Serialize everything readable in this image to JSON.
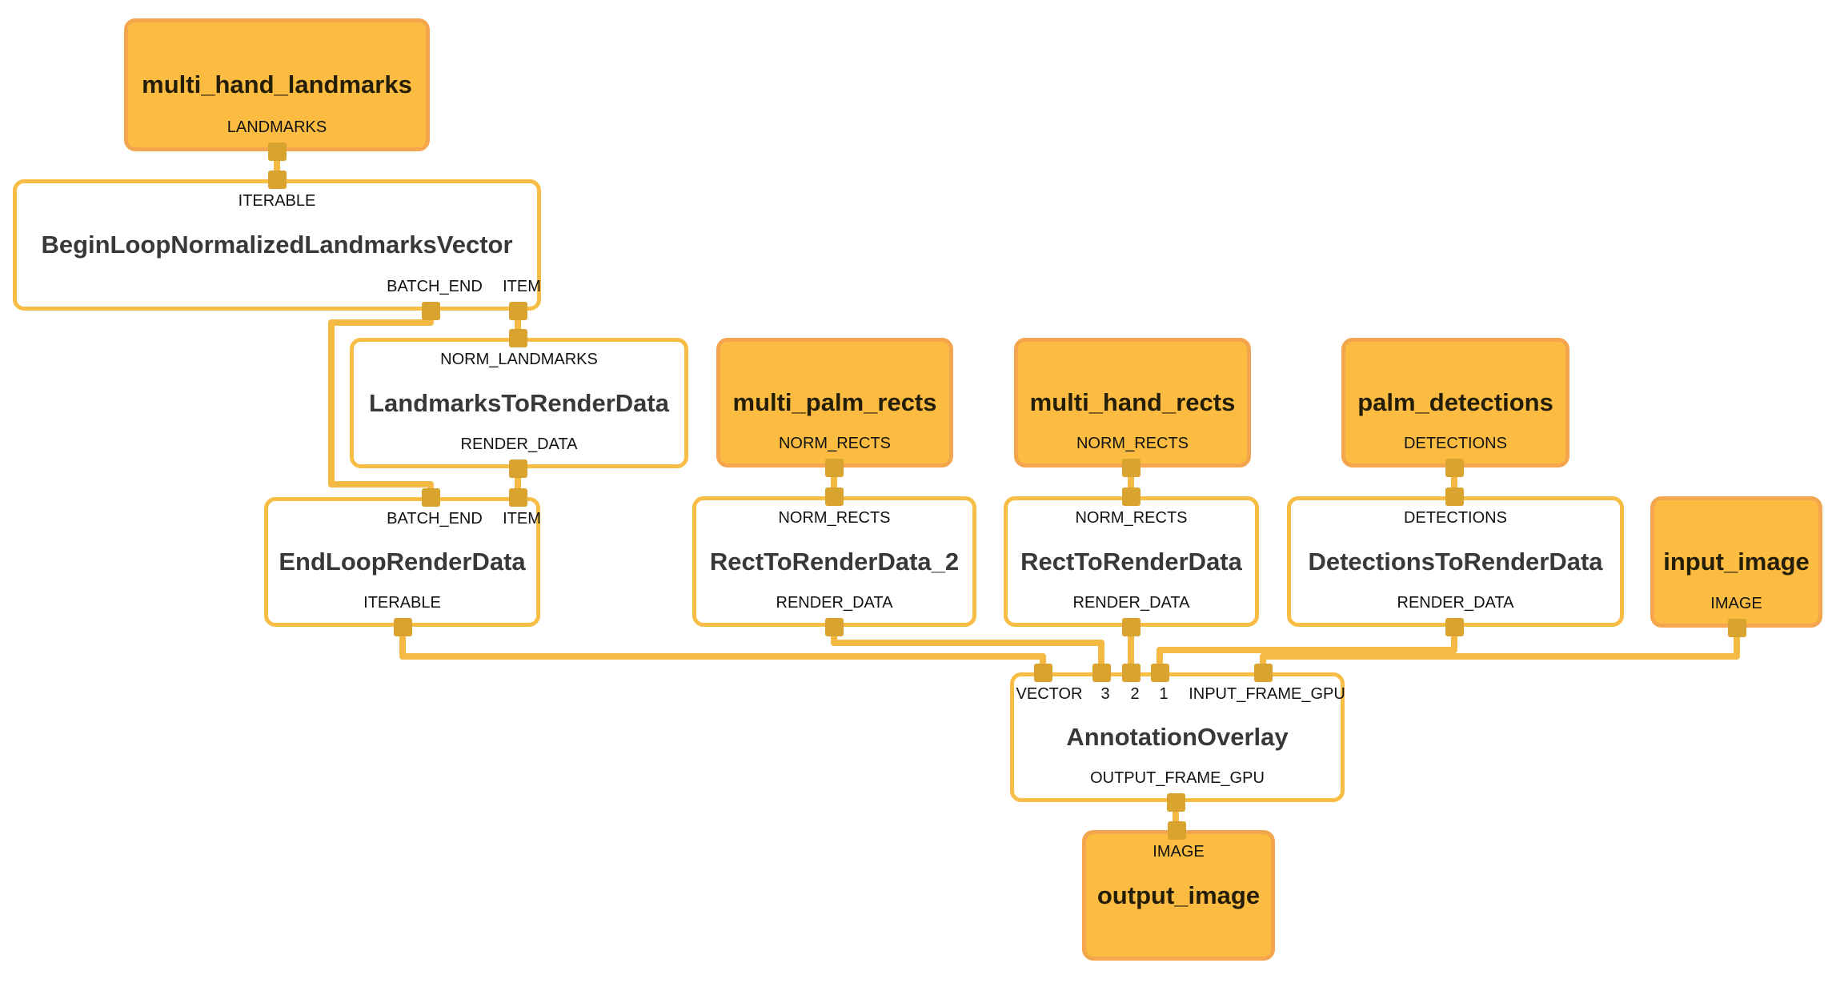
{
  "colors": {
    "stream_node_fill": "#FBBC41",
    "stream_node_border": "#F4A64E",
    "calculator_node_border": "#F8BD44",
    "edge": "#F4BA43",
    "pin": "#D8A42F",
    "calculator_title_text": "#383838",
    "stream_title_text": "#241D07",
    "port_text": "#121212"
  },
  "nodes": {
    "multi_hand_landmarks": {
      "title": "multi_hand_landmarks",
      "ports": {
        "out": "LANDMARKS"
      }
    },
    "begin_loop": {
      "title": "BeginLoopNormalizedLandmarksVector",
      "ports": {
        "iterable": "ITERABLE",
        "batch_end": "BATCH_END",
        "item": "ITEM"
      }
    },
    "landmarks_to_render_data": {
      "title": "LandmarksToRenderData",
      "ports": {
        "in": "NORM_LANDMARKS",
        "out": "RENDER_DATA"
      }
    },
    "end_loop_render_data": {
      "title": "EndLoopRenderData",
      "ports": {
        "batch_end": "BATCH_END",
        "item": "ITEM",
        "out": "ITERABLE"
      }
    },
    "multi_palm_rects": {
      "title": "multi_palm_rects",
      "ports": {
        "out": "NORM_RECTS"
      }
    },
    "rect_to_render_data_2": {
      "title": "RectToRenderData_2",
      "ports": {
        "in": "NORM_RECTS",
        "out": "RENDER_DATA"
      }
    },
    "multi_hand_rects": {
      "title": "multi_hand_rects",
      "ports": {
        "out": "NORM_RECTS"
      }
    },
    "rect_to_render_data": {
      "title": "RectToRenderData",
      "ports": {
        "in": "NORM_RECTS",
        "out": "RENDER_DATA"
      }
    },
    "palm_detections": {
      "title": "palm_detections",
      "ports": {
        "out": "DETECTIONS"
      }
    },
    "detections_to_render_data": {
      "title": "DetectionsToRenderData",
      "ports": {
        "in": "DETECTIONS",
        "out": "RENDER_DATA"
      }
    },
    "input_image": {
      "title": "input_image",
      "ports": {
        "out": "IMAGE"
      }
    },
    "annotation_overlay": {
      "title": "AnnotationOverlay",
      "ports": {
        "vector": "VECTOR",
        "p3": "3",
        "p2": "2",
        "p1": "1",
        "input_frame_gpu": "INPUT_FRAME_GPU",
        "output_frame_gpu": "OUTPUT_FRAME_GPU"
      }
    },
    "output_image": {
      "title": "output_image",
      "ports": {
        "in": "IMAGE"
      }
    }
  },
  "edges": [
    {
      "from": "multi_hand_landmarks.LANDMARKS",
      "to": "BeginLoopNormalizedLandmarksVector.ITERABLE"
    },
    {
      "from": "BeginLoopNormalizedLandmarksVector.ITEM",
      "to": "LandmarksToRenderData.NORM_LANDMARKS"
    },
    {
      "from": "BeginLoopNormalizedLandmarksVector.BATCH_END",
      "to": "EndLoopRenderData.BATCH_END"
    },
    {
      "from": "LandmarksToRenderData.RENDER_DATA",
      "to": "EndLoopRenderData.ITEM"
    },
    {
      "from": "EndLoopRenderData.ITERABLE",
      "to": "AnnotationOverlay.VECTOR"
    },
    {
      "from": "multi_palm_rects.NORM_RECTS",
      "to": "RectToRenderData_2.NORM_RECTS"
    },
    {
      "from": "RectToRenderData_2.RENDER_DATA",
      "to": "AnnotationOverlay.3"
    },
    {
      "from": "multi_hand_rects.NORM_RECTS",
      "to": "RectToRenderData.NORM_RECTS"
    },
    {
      "from": "RectToRenderData.RENDER_DATA",
      "to": "AnnotationOverlay.2"
    },
    {
      "from": "palm_detections.DETECTIONS",
      "to": "DetectionsToRenderData.DETECTIONS"
    },
    {
      "from": "DetectionsToRenderData.RENDER_DATA",
      "to": "AnnotationOverlay.1"
    },
    {
      "from": "input_image.IMAGE",
      "to": "AnnotationOverlay.INPUT_FRAME_GPU"
    },
    {
      "from": "AnnotationOverlay.OUTPUT_FRAME_GPU",
      "to": "output_image.IMAGE"
    }
  ]
}
